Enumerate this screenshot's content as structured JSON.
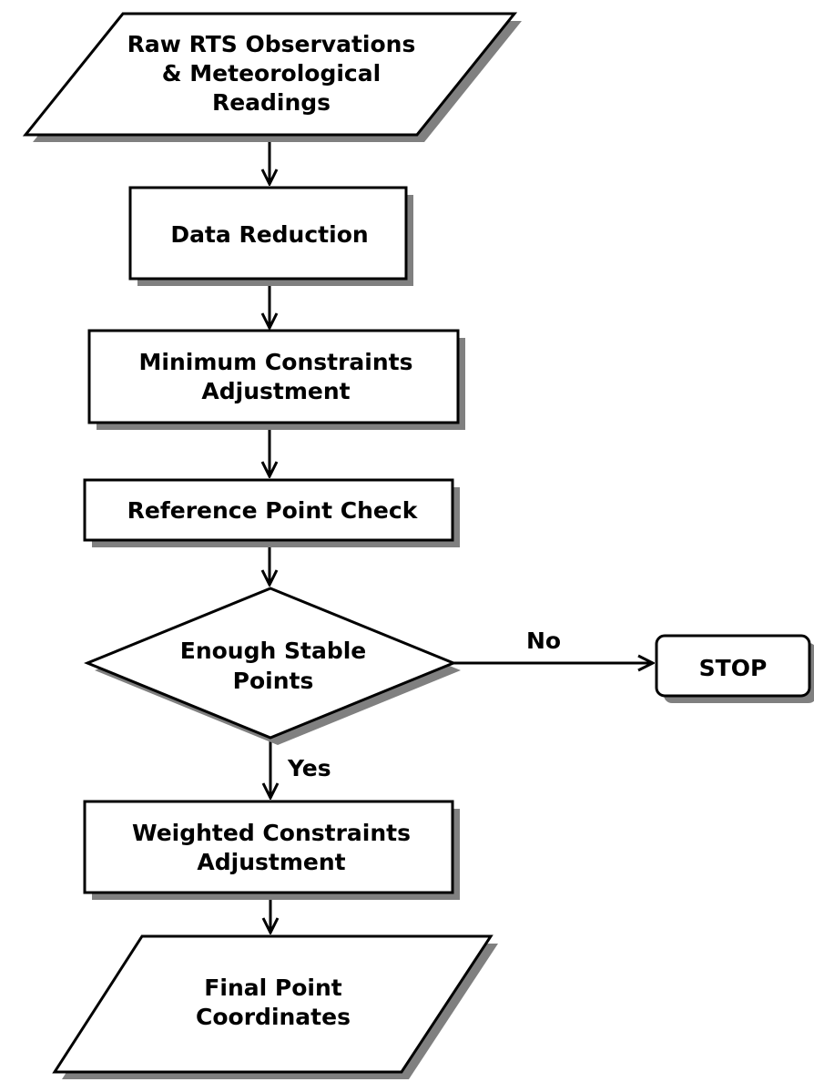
{
  "colors": {
    "stroke": "#000000",
    "fill": "#ffffff",
    "shadow": "#808080"
  },
  "nodes": {
    "input": {
      "shape": "parallelogram",
      "lines": [
        "Raw RTS Observations",
        "& Meteorological",
        "Readings"
      ]
    },
    "data_reduction": {
      "shape": "rectangle",
      "lines": [
        "Data Reduction"
      ]
    },
    "min_constraints": {
      "shape": "rectangle",
      "lines": [
        "Minimum Constraints",
        "Adjustment"
      ]
    },
    "ref_check": {
      "shape": "rectangle",
      "lines": [
        "Reference Point Check"
      ]
    },
    "decision": {
      "shape": "diamond",
      "lines": [
        "Enough Stable",
        "Points"
      ]
    },
    "stop": {
      "shape": "rounded-rectangle",
      "lines": [
        "STOP"
      ]
    },
    "weighted_constraints": {
      "shape": "rectangle",
      "lines": [
        "Weighted Constraints",
        "Adjustment"
      ]
    },
    "output": {
      "shape": "parallelogram",
      "lines": [
        "Final Point",
        "Coordinates"
      ]
    }
  },
  "edges": [
    {
      "from": "input",
      "to": "data_reduction",
      "label": ""
    },
    {
      "from": "data_reduction",
      "to": "min_constraints",
      "label": ""
    },
    {
      "from": "min_constraints",
      "to": "ref_check",
      "label": ""
    },
    {
      "from": "ref_check",
      "to": "decision",
      "label": ""
    },
    {
      "from": "decision",
      "to": "stop",
      "label": "No"
    },
    {
      "from": "decision",
      "to": "weighted_constraints",
      "label": "Yes"
    },
    {
      "from": "weighted_constraints",
      "to": "output",
      "label": ""
    }
  ]
}
